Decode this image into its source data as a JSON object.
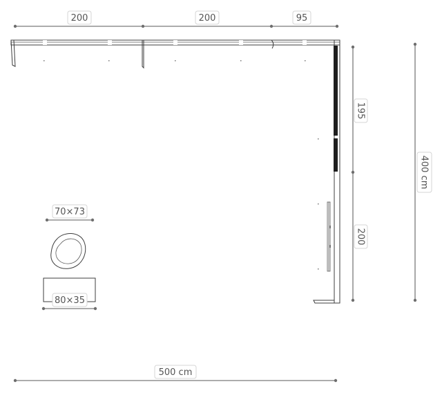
{
  "dimensions": {
    "top_segment_1": "200",
    "top_segment_2": "200",
    "top_segment_3": "95",
    "right_segment_1": "195",
    "right_segment_2": "200",
    "overall_height": "400 cm",
    "overall_width": "500 cm"
  },
  "furniture": {
    "armchair_size": "70×73",
    "table_size": "80×35"
  },
  "colors": {
    "line": "#3c3c3c",
    "dimension": "#7a7a7a",
    "wall_fill": "#1e1e1e"
  }
}
